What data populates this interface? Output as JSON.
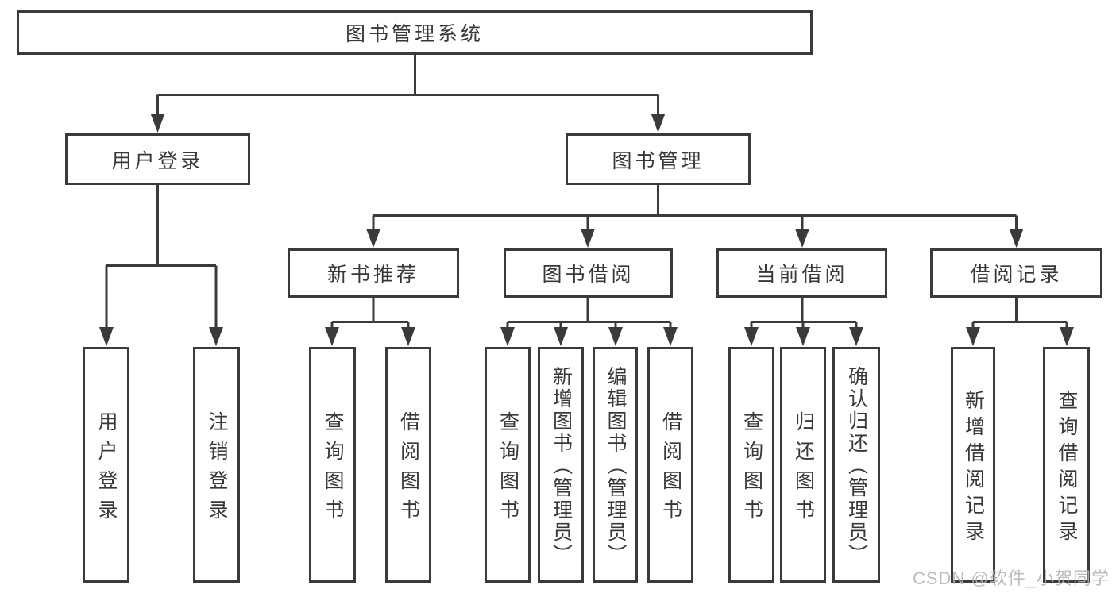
{
  "diagram": {
    "title": "图书管理系统",
    "branches": [
      {
        "label": "用户登录",
        "children": [
          {
            "label": "用户登录"
          },
          {
            "label": "注销登录"
          }
        ]
      },
      {
        "label": "图书管理",
        "children": [
          {
            "label": "新书推荐",
            "children": [
              {
                "label": "查询图书"
              },
              {
                "label": "借阅图书"
              }
            ]
          },
          {
            "label": "图书借阅",
            "children": [
              {
                "label": "查询图书"
              },
              {
                "label": "新增图书（管理员）"
              },
              {
                "label": "编辑图书（管理员）"
              },
              {
                "label": "借阅图书"
              }
            ]
          },
          {
            "label": "当前借阅",
            "children": [
              {
                "label": "查询图书"
              },
              {
                "label": "归还图书"
              },
              {
                "label": "确认归还（管理员）"
              }
            ]
          },
          {
            "label": "借阅记录",
            "children": [
              {
                "label": "新增借阅记录"
              },
              {
                "label": "查询借阅记录"
              }
            ]
          }
        ]
      }
    ]
  },
  "watermark": {
    "text": "CSDN @软件_小贺同学",
    "color": "#b5b5b5"
  },
  "colors": {
    "line": "#3a3a3a",
    "text": "#383838",
    "box_fill": "#ffffff",
    "background": "#ffffff"
  }
}
